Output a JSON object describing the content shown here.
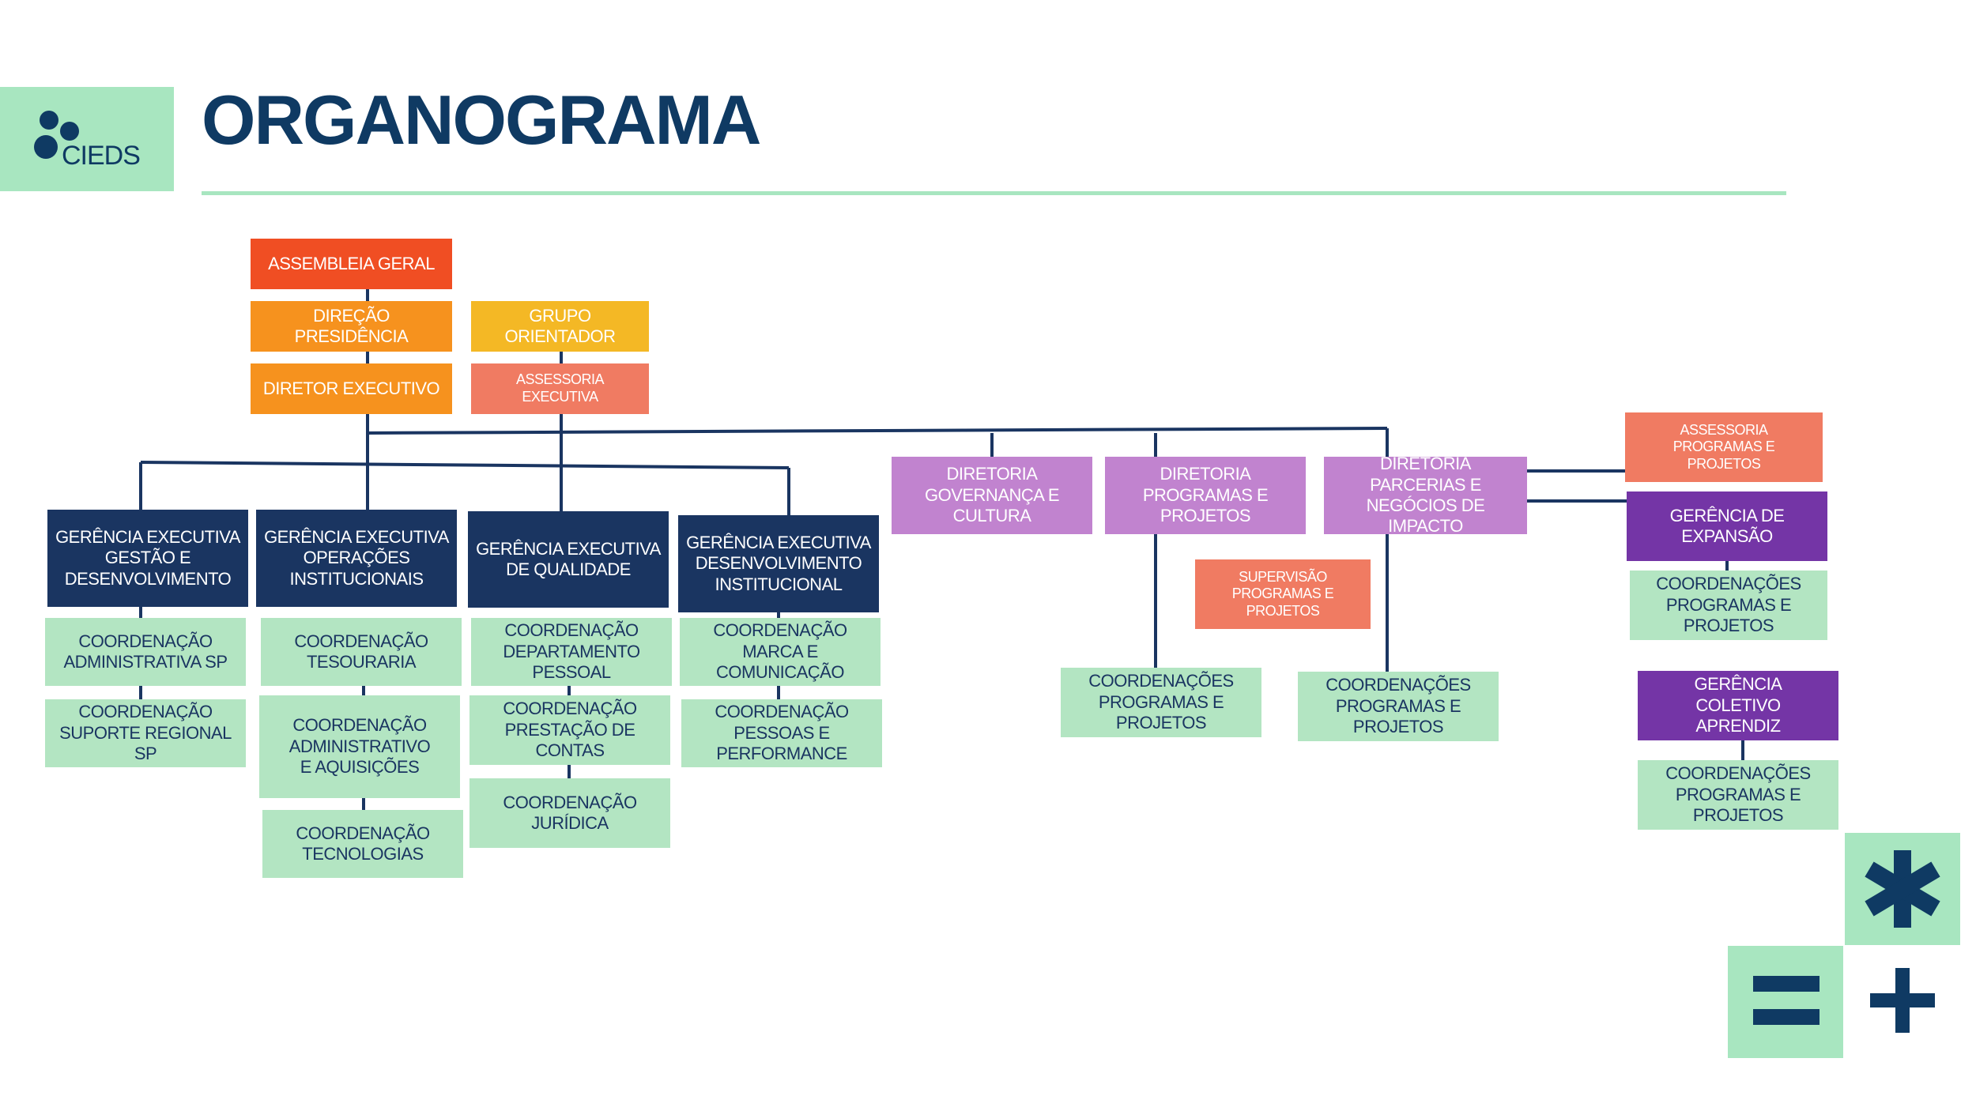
{
  "header": {
    "title": "ORGANOGRAMA",
    "logo_text": "CIEDS"
  },
  "colors": {
    "navy": "#1a3561",
    "mint": "#b3e5c2",
    "red": "#f04e23",
    "orange": "#f6921e",
    "yellow": "#f4b825",
    "salmon": "#f07b62",
    "lilac": "#c183cf",
    "purple": "#7435a6"
  },
  "top": {
    "assembleia": "ASSEMBLEIA GERAL",
    "direcao": "DIREÇÃO PRESIDÊNCIA",
    "diretor": "DIRETOR EXECUTIVO",
    "grupo": "GRUPO ORIENTADOR",
    "assessoria": "ASSESSORIA EXECUTIVA"
  },
  "gerencias": {
    "gestao": "GERÊNCIA EXECUTIVA GESTÃO E DESENVOLVIMENTO",
    "operacoes": "GERÊNCIA EXECUTIVA OPERAÇÕES INSTITUCIONAIS",
    "qualidade": "GERÊNCIA EXECUTIVA DE QUALIDADE",
    "desenvolvimento": "GERÊNCIA EXECUTIVA DESENVOLVIMENTO INSTITUCIONAL"
  },
  "coordenacoes": {
    "administrativa_sp": "COORDENAÇÃO ADMINISTRATIVA SP",
    "suporte_regional": "COORDENAÇÃO SUPORTE REGIONAL SP",
    "tesouraria": "COORDENAÇÃO TESOURARIA",
    "administrativo_aquisicoes": "COORDENAÇÃO ADMINISTRATIVO E AQUISIÇÕES",
    "tecnologias": "COORDENAÇÃO TECNOLOGIAS",
    "departamento_pessoal": "COORDENAÇÃO DEPARTAMENTO PESSOAL",
    "prestacao_contas": "COORDENAÇÃO PRESTAÇÃO DE CONTAS",
    "juridica": "COORDENAÇÃO JURÍDICA",
    "marca_comunicacao": "COORDENAÇÃO MARCA E COMUNICAÇÃO",
    "pessoas_performance": "COORDENAÇÃO PESSOAS E PERFORMANCE"
  },
  "diretorias": {
    "governanca": "DIRETORIA GOVERNANÇA E CULTURA",
    "programas": "DIRETORIA PROGRAMAS E PROJETOS",
    "parcerias": "DIRETORIA PARCERIAS E NEGÓCIOS DE IMPACTO"
  },
  "right": {
    "supervisao": "SUPERVISÃO PROGRAMAS E PROJETOS",
    "coord_programas_1": "COORDENAÇÕES PROGRAMAS E PROJETOS",
    "coord_programas_2": "COORDENAÇÕES PROGRAMAS E PROJETOS",
    "assessoria_programas": "ASSESSORIA PROGRAMAS E PROJETOS",
    "gerencia_expansao": "GERÊNCIA DE EXPANSÃO",
    "coord_expansao": "COORDENAÇÕES PROGRAMAS E PROJETOS",
    "gerencia_coletivo": "GERÊNCIA COLETIVO APRENDIZ",
    "coord_coletivo": "COORDENAÇÕES PROGRAMAS E PROJETOS"
  },
  "decor": {
    "asterisk": "✱",
    "equals": "=",
    "plus": "+"
  }
}
